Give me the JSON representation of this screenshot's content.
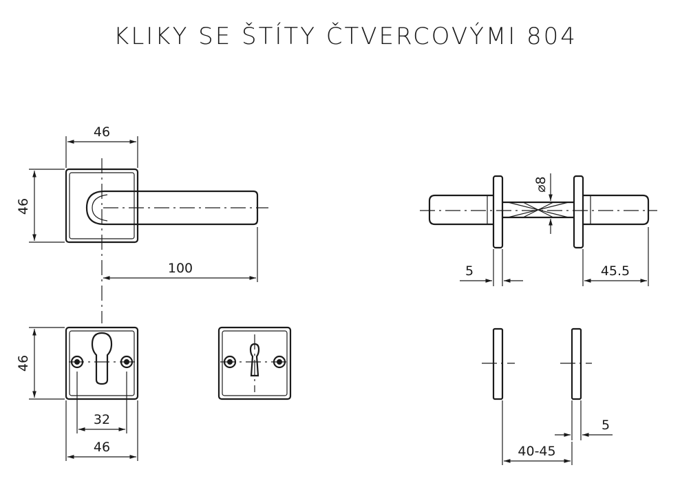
{
  "title": "KLIKY SE ŠTÍTY ČTVERCOVÝMI 804",
  "dimensions": {
    "rose_width_top": "46",
    "rose_height_top": "46",
    "lever_length": "100",
    "plate_height_bottom": "46",
    "cylinder_spacing": "32",
    "plate_width_bottom": "46",
    "rose_thickness": "5",
    "grip_length": "45.5",
    "spindle_diameter": "⌀8",
    "door_thickness": "40-45",
    "plate_thickness": "5"
  },
  "colors": {
    "line": "#1a1a1a",
    "background": "#ffffff"
  }
}
